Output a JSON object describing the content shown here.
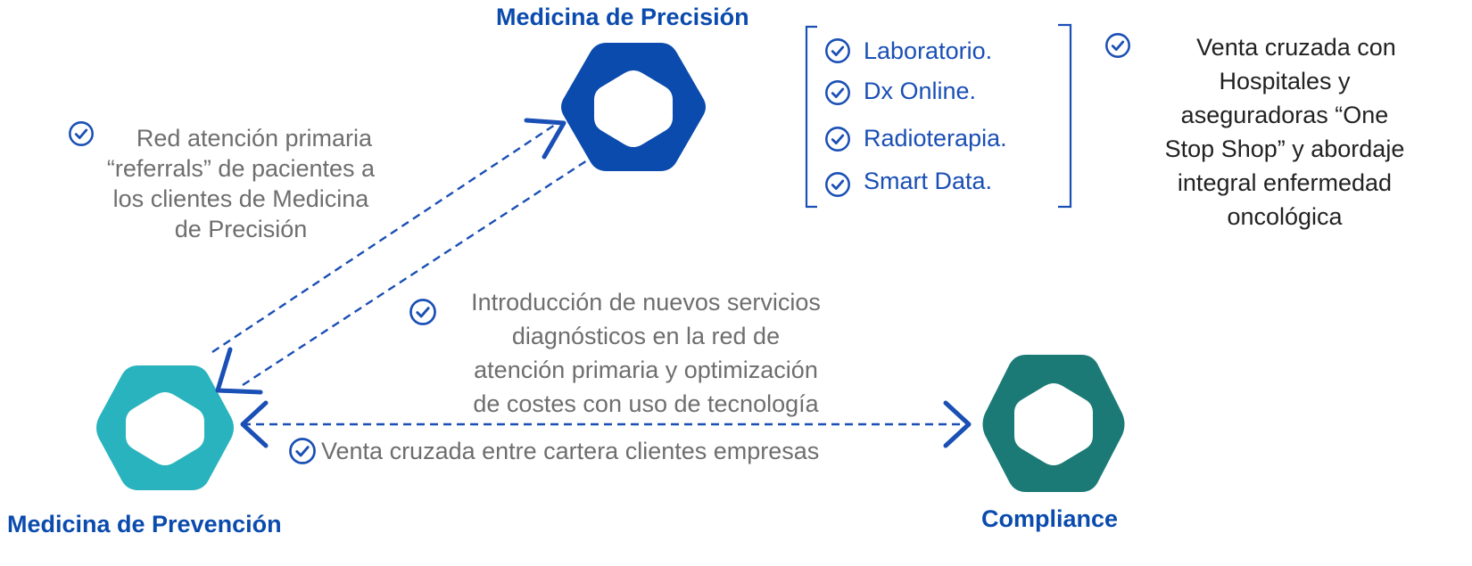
{
  "nodes": {
    "precision": {
      "title": "Medicina de Precisión",
      "color": "#0a4bad"
    },
    "prevention": {
      "title": "Medicina de Prevención",
      "color": "#29b3be"
    },
    "compliance": {
      "title": "Compliance",
      "color": "#1b7a76"
    }
  },
  "services": [
    "Laboratorio.",
    "Dx Online.",
    "Radioterapia.",
    "Smart Data."
  ],
  "cross_sell_hospitals": [
    "Venta cruzada con",
    "Hospitales y",
    "aseguradoras “One",
    "Stop Shop” y abordaje",
    "integral enfermedad",
    "oncológica"
  ],
  "referrals": [
    "Red atención primaria",
    "“referrals” de pacientes a",
    "los clientes de Medicina",
    "de Precisión"
  ],
  "new_services": [
    "Introducción de nuevos servicios",
    "diagnósticos en la red de",
    "atención primaria y optimización",
    "de costes con uso de tecnología"
  ],
  "cross_sell_companies": "Venta cruzada entre cartera clientes empresas",
  "colors": {
    "check": "#1a4fb5",
    "dashed": "#1a4fb5",
    "text_gray": "#6e6e6e"
  }
}
